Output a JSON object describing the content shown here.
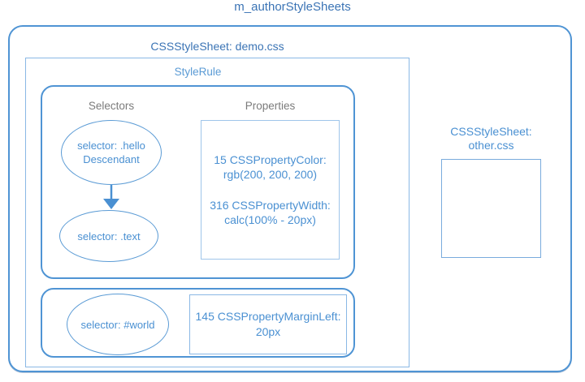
{
  "title": "m_authorStyleSheets",
  "colors": {
    "border_strong": "#4f94d4",
    "border_light": "#8ab8e5",
    "border_lighter": "#9fc5ea",
    "text_dark_blue": "#3b74b5",
    "text_blue": "#4a90d2",
    "text_light_blue": "#5b9bd5",
    "text_gray": "#7b7b7b",
    "background": "#ffffff"
  },
  "demo_sheet": {
    "label": "CSSStyleSheet: demo.css",
    "rule1": {
      "label": "StyleRule",
      "selectors_header": "Selectors",
      "properties_header": "Properties",
      "selector1": {
        "line1": "selector: .hello",
        "line2": "Descendant"
      },
      "selector2": {
        "line1": "selector: .text"
      },
      "properties": [
        {
          "line1": "15 CSSPropertyColor:",
          "line2": "rgb(200, 200, 200)"
        },
        {
          "line1": "316 CSSPropertyWidth:",
          "line2": "calc(100% - 20px)"
        }
      ]
    },
    "rule2": {
      "selector": {
        "line1": "selector: #world"
      },
      "property": {
        "line1": "145 CSSPropertyMarginLeft:",
        "line2": "20px"
      }
    }
  },
  "other_sheet": {
    "label_line1": "CSSStyleSheet:",
    "label_line2": "other.css"
  }
}
